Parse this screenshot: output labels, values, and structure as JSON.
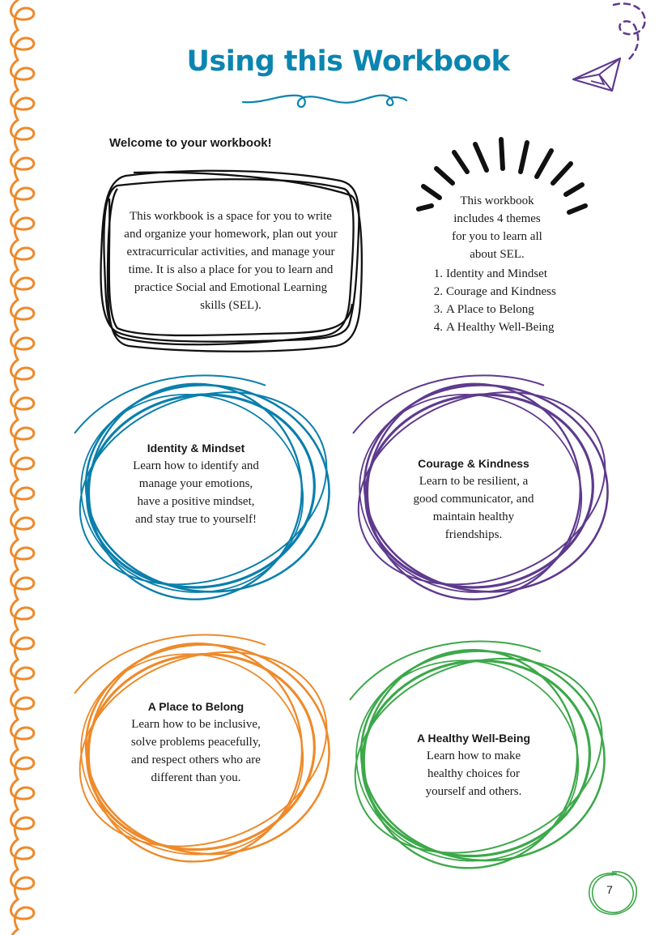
{
  "page": {
    "title": "Using this Workbook",
    "welcome": "Welcome to your workbook!",
    "intro": "This workbook is a space for you to write and organize your homework, plan out your extracurricular activities, and manage your time. It is also a place for you to learn and practice Social and Emotional Learning skills (SEL).",
    "themes_intro": "This workbook includes 4 themes for you to learn all about SEL.",
    "themes_list": [
      {
        "num": "1.",
        "label": "Identity and Mindset"
      },
      {
        "num": "2.",
        "label": "Courage and Kindness"
      },
      {
        "num": "3.",
        "label": "A Place to Belong"
      },
      {
        "num": "4.",
        "label": "A Healthy Well-Being"
      }
    ],
    "themes": [
      {
        "title": "Identity & Mindset",
        "text": "Learn how to identify and manage your emotions, have a positive mindset, and stay true to yourself!",
        "color": "#0a7fab"
      },
      {
        "title": "Courage & Kindness",
        "text": "Learn to be resilient, a good communicator, and maintain healthy friendships.",
        "color": "#5e3a8e"
      },
      {
        "title": "A Place to Belong",
        "text": "Learn how to be inclusive, solve problems peacefully, and respect others who are different than you.",
        "color": "#ee8a2a"
      },
      {
        "title": "A Healthy Well-Being",
        "text": "Learn how to make healthy choices for yourself and others.",
        "color": "#3da84a"
      }
    ],
    "page_number": "7"
  },
  "colors": {
    "title": "#0b85b0",
    "spiral": "#ee8a2a",
    "plane": "#5e3a8e",
    "black_frame": "#111111",
    "page_circle": "#3da84a"
  },
  "icons": {
    "plane": "paper-plane-icon",
    "swirl": "swirl-divider-icon",
    "burst": "sunburst-icon"
  }
}
